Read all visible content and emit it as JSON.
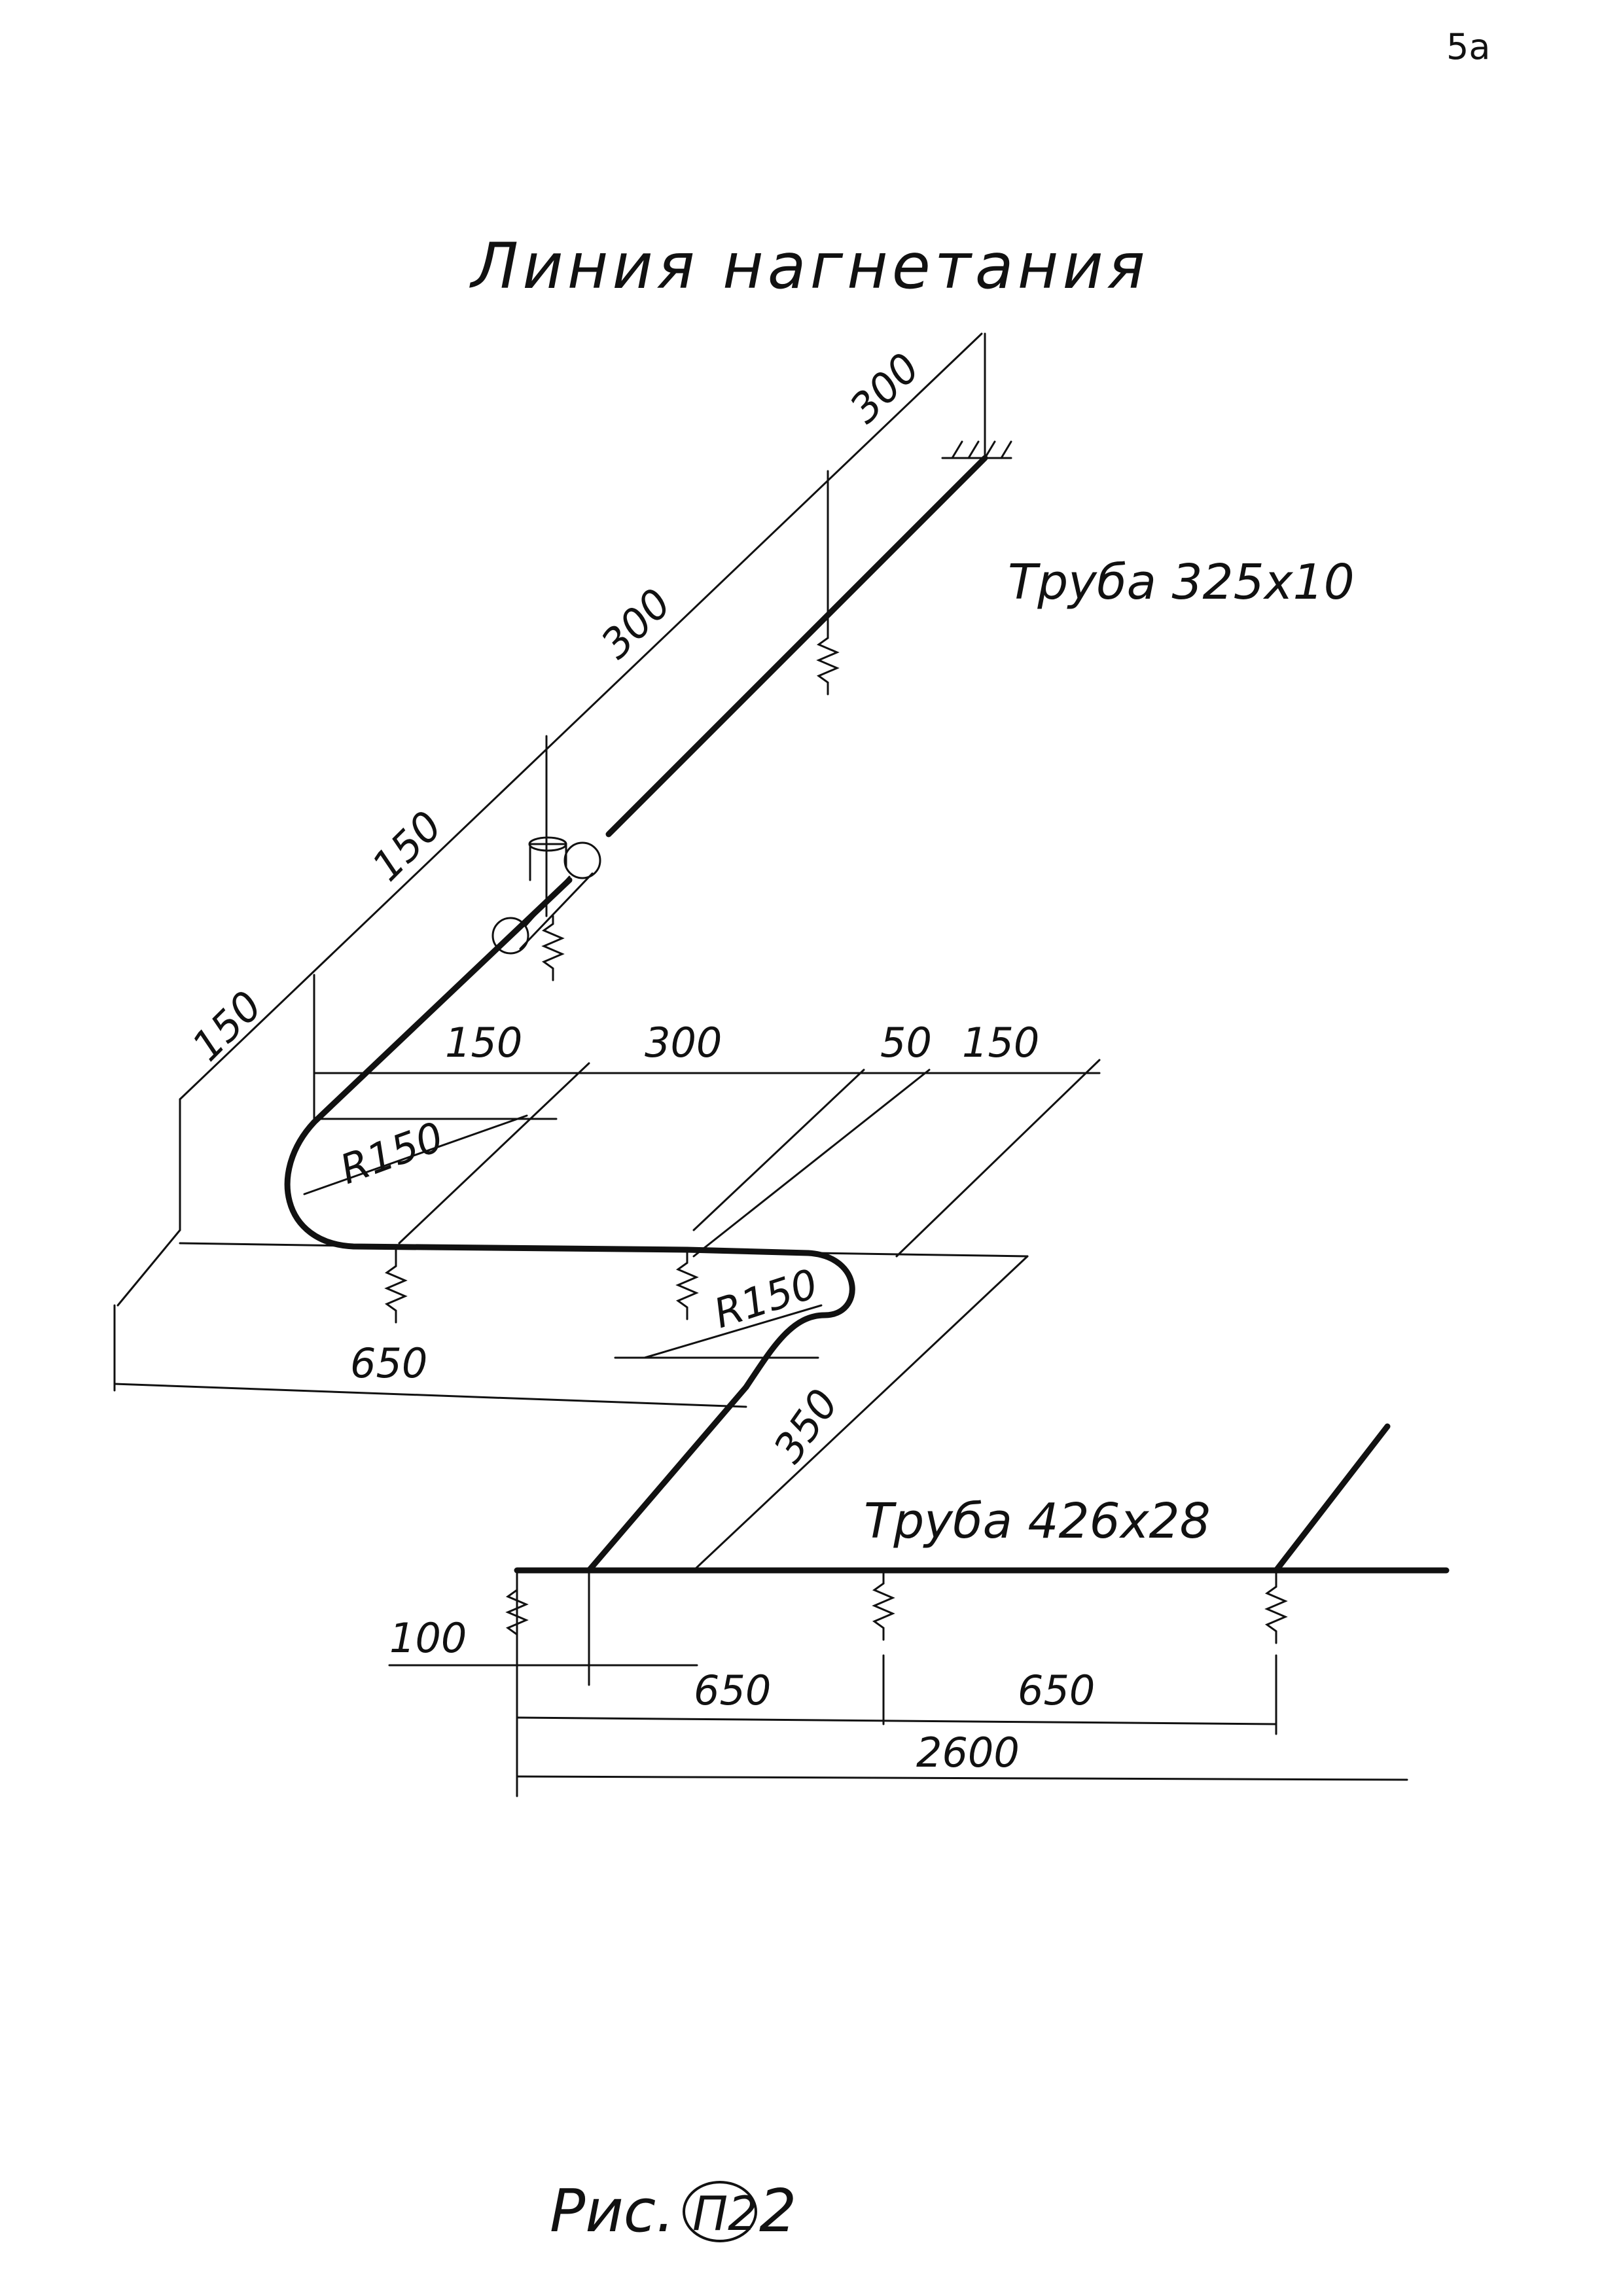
{
  "page_number": "5a",
  "title": "Линия нагнетания",
  "labels": {
    "pipe_upper": "Труба 325x10",
    "pipe_lower": "Труба 426x28"
  },
  "dimensions": {
    "d300_top": "300",
    "d300_mid": "300",
    "d150_upper": "150",
    "d150_lower": "150",
    "h150_a": "150",
    "h300": "300",
    "h50": "50",
    "h150_b": "150",
    "r150_left": "R150",
    "r150_right": "R150",
    "d650_left": "650",
    "d350": "350",
    "d100": "100",
    "d650_a": "650",
    "d650_b": "650",
    "d2600": "2600"
  },
  "caption": {
    "prefix": "Рис.",
    "circled": "П2",
    "suffix": "2"
  },
  "colors": {
    "ink": "#111111",
    "paper": "#ffffff"
  }
}
